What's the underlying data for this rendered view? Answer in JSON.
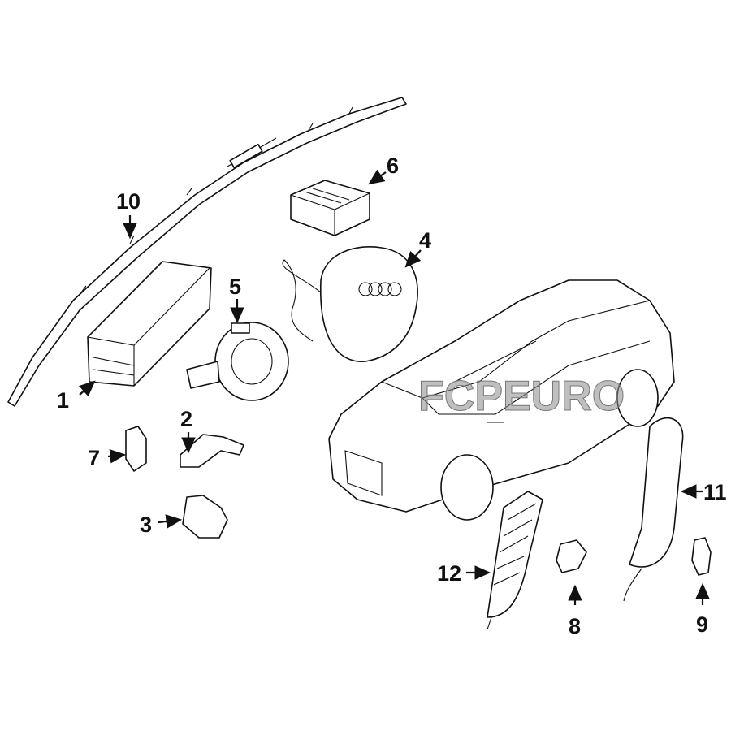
{
  "diagram": {
    "title": "Audi airbag system parts diagram",
    "watermark": "FCPEURO",
    "callouts": [
      {
        "id": "1",
        "label": "1"
      },
      {
        "id": "2",
        "label": "2"
      },
      {
        "id": "3",
        "label": "3"
      },
      {
        "id": "4",
        "label": "4"
      },
      {
        "id": "5",
        "label": "5"
      },
      {
        "id": "6",
        "label": "6"
      },
      {
        "id": "7",
        "label": "7"
      },
      {
        "id": "8",
        "label": "8"
      },
      {
        "id": "9",
        "label": "9"
      },
      {
        "id": "10",
        "label": "10"
      },
      {
        "id": "11",
        "label": "11"
      },
      {
        "id": "12",
        "label": "12"
      }
    ]
  }
}
